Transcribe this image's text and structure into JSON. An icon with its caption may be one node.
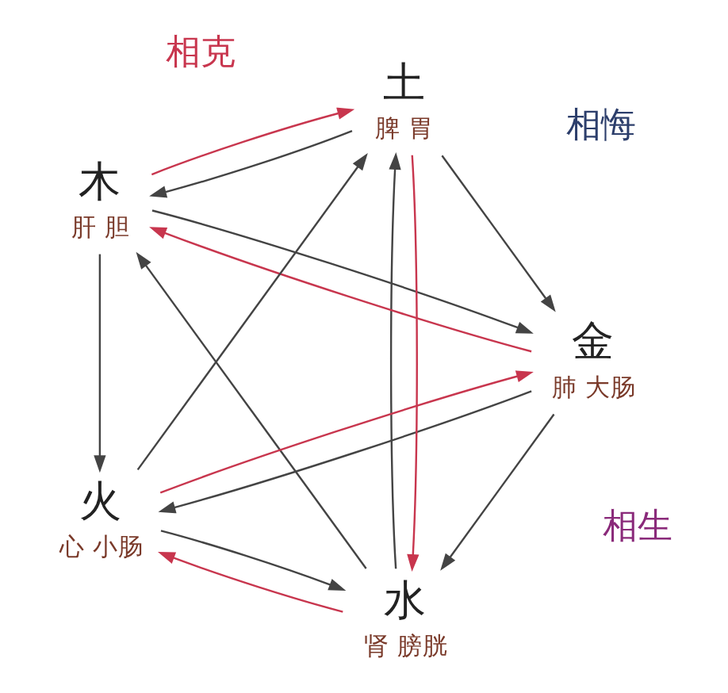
{
  "diagram": {
    "nodes": [
      {
        "text": [
          "水"
        ],
        "beside": [
          "肾",
          "膀胱"
        ]
      },
      {
        "text": [
          "金"
        ],
        "beside": [
          "肺",
          "大肠"
        ]
      },
      {
        "text": [
          "木"
        ],
        "beside": [
          "肝",
          "胆"
        ]
      },
      {
        "text": [
          "土"
        ],
        "beside": [
          "脾",
          "胃"
        ]
      },
      {
        "text": [
          "火"
        ],
        "beside": [
          "心",
          "小肠"
        ]
      }
    ],
    "edges": [
      {
        "from": 1,
        "to": 0,
        "arrow": "to"
      },
      {
        "from": 0,
        "to": 2,
        "arrow": "to"
      },
      {
        "from": 2,
        "to": 4,
        "arrow": "to"
      },
      {
        "from": 4,
        "to": 3,
        "arrow": "to"
      },
      {
        "from": 3,
        "to": 1,
        "arrow": "to"
      },
      {
        "from": 3,
        "to": 0,
        "arrow": "to",
        "color": "#c8364e"
      },
      {
        "from": 0,
        "to": 4,
        "arrow": "to",
        "color": "#c8364e"
      },
      {
        "from": 1,
        "to": 2,
        "arrow": "to",
        "color": "#c8364e"
      },
      {
        "from": 2,
        "to": 3,
        "arrow": "to",
        "color": "#c8364e"
      },
      {
        "from": 4,
        "to": 1,
        "arrow": "to",
        "color": "#c8364e"
      },
      {
        "from": 2,
        "to": 1,
        "arrow": "to"
      },
      {
        "from": 4,
        "to": 0,
        "arrow": "to"
      },
      {
        "from": 0,
        "to": 3,
        "arrow": "to"
      },
      {
        "from": 1,
        "to": 4,
        "arrow": "to"
      },
      {
        "from": 3,
        "to": 2,
        "arrow": "to"
      }
    ],
    "labels": [
      "相悔",
      "相生",
      "相克"
    ]
  }
}
